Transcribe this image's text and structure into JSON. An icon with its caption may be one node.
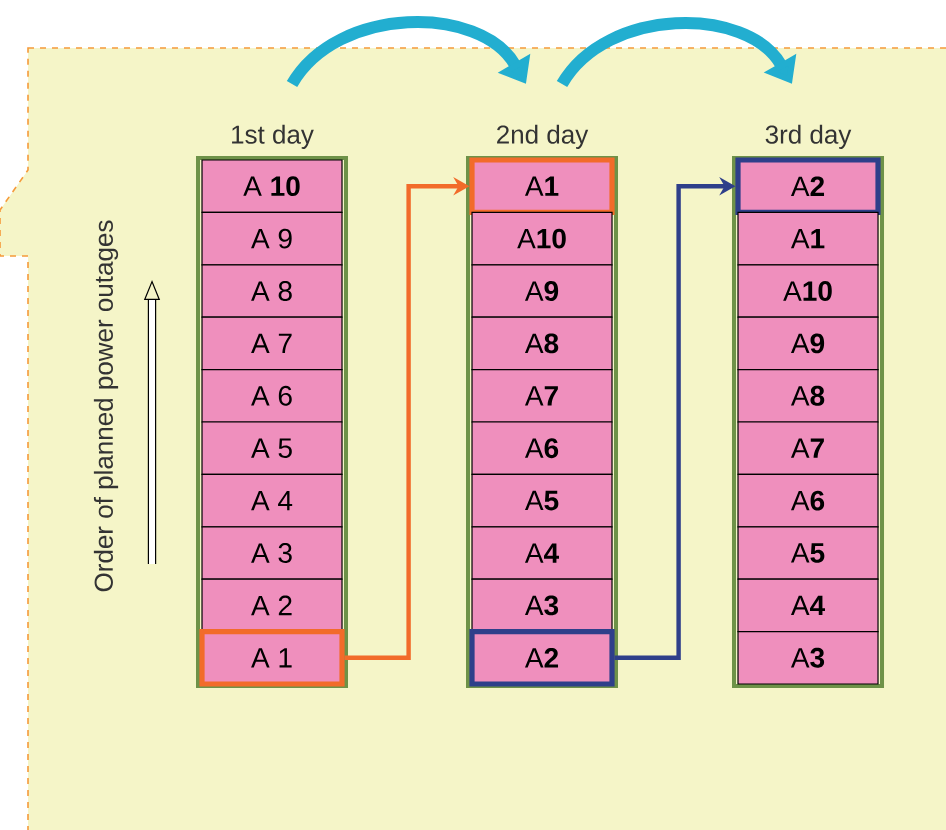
{
  "diagram": {
    "nodes": [
      {
        "text": [
          "1st day"
        ]
      },
      {
        "text": [
          "A **10**"
        ],
        "in": 0
      },
      {
        "text": [
          "A 9"
        ],
        "in": 0
      },
      {
        "text": [
          "A 8"
        ],
        "in": 0
      },
      {
        "text": [
          "A 7"
        ],
        "in": 0
      },
      {
        "text": [
          "A 6"
        ],
        "in": 0
      },
      {
        "text": [
          "A 5"
        ],
        "in": 0
      },
      {
        "text": [
          "A 4"
        ],
        "in": 0
      },
      {
        "text": [
          "A 3"
        ],
        "in": 0
      },
      {
        "text": [
          "A 2"
        ],
        "in": 0
      },
      {
        "text": [
          "A 1"
        ],
        "in": 0
      },
      {
        "text": [
          "2nd day"
        ]
      },
      {
        "text": [
          "A**1**"
        ],
        "in": 11
      },
      {
        "text": [
          "A**10**"
        ],
        "in": 11
      },
      {
        "text": [
          "A**9**"
        ],
        "in": 11
      },
      {
        "text": [
          "A**8**"
        ],
        "in": 11
      },
      {
        "text": [
          "A**7**"
        ],
        "in": 11
      },
      {
        "text": [
          "A**6**"
        ],
        "in": 11
      },
      {
        "text": [
          "A**5**"
        ],
        "in": 11
      },
      {
        "text": [
          "A**4**"
        ],
        "in": 11
      },
      {
        "text": [
          "A**3**"
        ],
        "in": 11
      },
      {
        "text": [
          "A**2**"
        ],
        "in": 11
      },
      {
        "text": [
          "3rd day"
        ]
      },
      {
        "text": [
          "A**2**"
        ],
        "in": 22
      },
      {
        "text": [
          "A**1**"
        ],
        "in": 22
      },
      {
        "text": [
          "A**10**"
        ],
        "in": 22
      },
      {
        "text": [
          "A**9**"
        ],
        "in": 22
      },
      {
        "text": [
          "A**8**"
        ],
        "in": 22
      },
      {
        "text": [
          "A**7**"
        ],
        "in": 22
      },
      {
        "text": [
          "A**6**"
        ],
        "in": 22
      },
      {
        "text": [
          "A**5**"
        ],
        "in": 22
      },
      {
        "text": [
          "A**4**"
        ],
        "in": 22
      },
      {
        "text": [
          "A**3**"
        ],
        "in": 22
      }
    ],
    "edges": [
      {
        "from": 10,
        "to": 12,
        "arrow": "to",
        "color": "#f26b2a"
      },
      {
        "from": 21,
        "to": 23,
        "arrow": "to",
        "color": "#2e3f8a"
      },
      {
        "from": 0,
        "to": 11,
        "arrow": "to",
        "style": "thick",
        "color": "#22aed0"
      },
      {
        "from": 11,
        "to": 22,
        "arrow": "to",
        "style": "thick",
        "color": "#22aed0"
      }
    ],
    "labels": [
      "Order of planned power outages"
    ]
  }
}
